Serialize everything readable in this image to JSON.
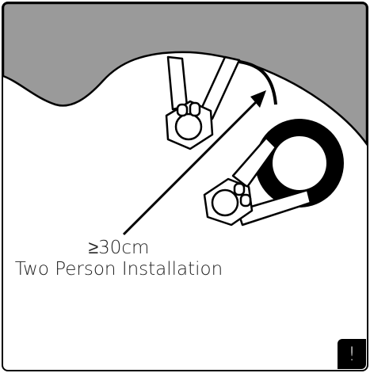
{
  "diagram": {
    "distance_label": "≥30cm",
    "caption": "Two Person Installation",
    "warning_symbol": "!",
    "colors": {
      "wall": "#9a9a9a",
      "outline": "#000000",
      "hand_fill": "#ffffff",
      "roll": "#000000"
    },
    "icons": [
      "wall-shape",
      "left-hand-icon",
      "right-hand-icon",
      "film-roll-icon",
      "direction-arrow-icon",
      "warning-icon"
    ]
  }
}
